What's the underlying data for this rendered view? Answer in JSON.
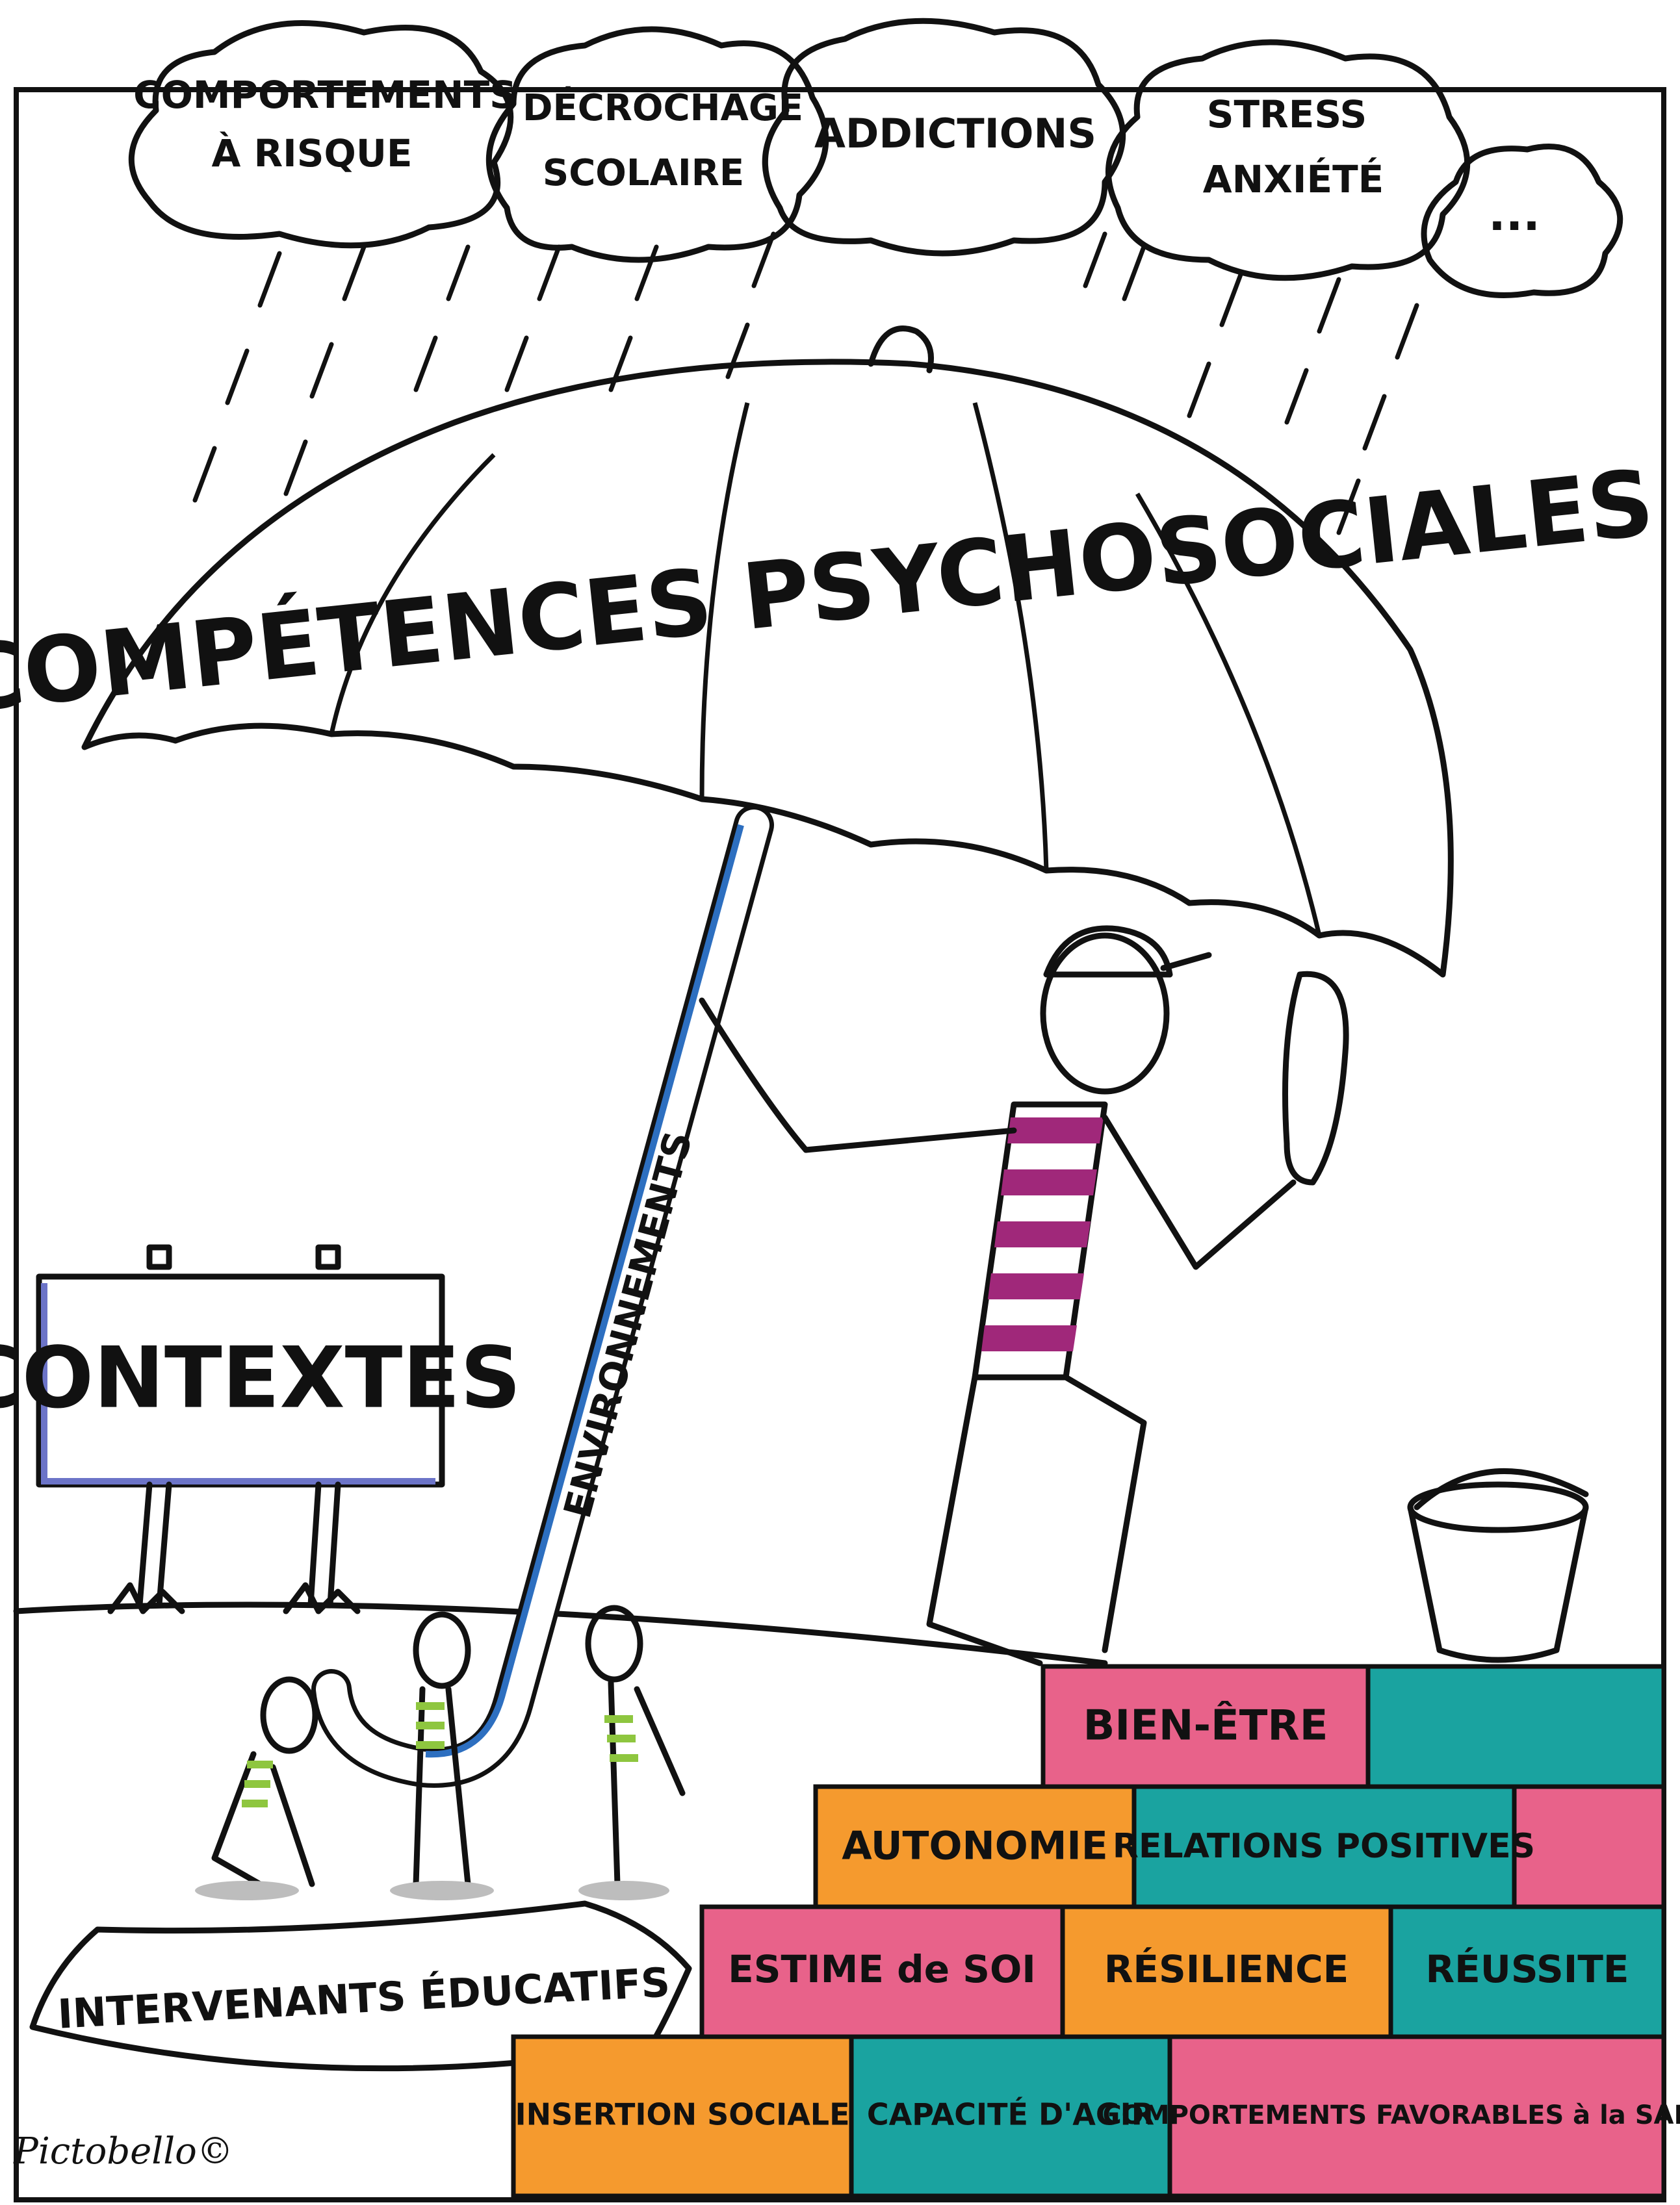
{
  "clouds": [
    {
      "lines": [
        "COMPORTEMENTS",
        "À RISQUE"
      ]
    },
    {
      "lines": [
        "DÉCROCHAGE",
        "SCOLAIRE"
      ]
    },
    {
      "lines": [
        "ADDICTIONS"
      ]
    },
    {
      "lines": [
        "STRESS",
        "ANXIÉTÉ"
      ]
    },
    {
      "lines": [
        "..."
      ]
    }
  ],
  "umbrella": {
    "canopy_text": "COMPÉTENCES PSYCHOSOCIALES",
    "handle_text": "ENVIRONNEMENTS"
  },
  "sign": {
    "text": "CONTEXTES"
  },
  "ground_banner": {
    "text": "INTERVENANTS ÉDUCATIFS"
  },
  "signature": {
    "text": "Pictobello©"
  },
  "bricks": {
    "row1": [
      "BIEN-ÊTRE",
      ""
    ],
    "row2": [
      "AUTONOMIE",
      "RELATIONS POSITIVES",
      ""
    ],
    "row3": [
      "ESTIME de SOI",
      "RÉSILIENCE",
      "RÉUSSITE"
    ],
    "row4": [
      "INSERTION SOCIALE",
      "CAPACITÉ D'AGIR",
      "COMPORTEMENTS FAVORABLES à la SANTÉ"
    ]
  },
  "colors": {
    "cloud": "#c8c8c8",
    "umbrella": "#9bc23c",
    "handle_accent": "#2d6fc0",
    "pink": "#e8628a",
    "teal": "#1aa3a0",
    "orange": "#f59a2e",
    "stripe": "#a0287a",
    "figure_stripe_small": "#8ec63f",
    "banner": "#eef5d8",
    "bucket": "#9a9a9a"
  }
}
